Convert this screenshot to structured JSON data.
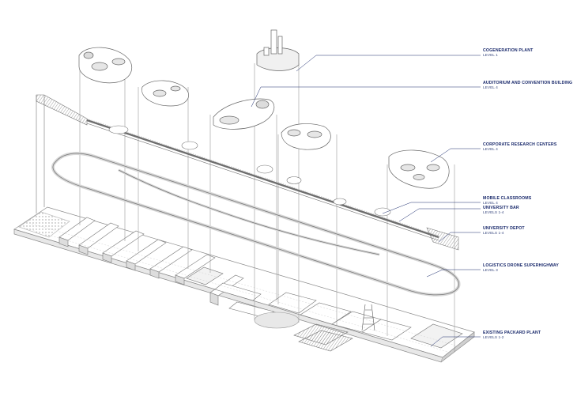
{
  "colors": {
    "ink": "#6b6b6b",
    "leader": "#1a2a6c",
    "label": "#1a2a6c",
    "fill": "#ffffff",
    "shade": "#e6e6e6",
    "dark": "#bdbdbd"
  },
  "labels": [
    {
      "key": "cogeneration",
      "title": "COGENERATION PLANT",
      "sub": "LEVEL 1"
    },
    {
      "key": "auditorium",
      "title": "AUDITORIUM AND CONVENTION BUILDING",
      "sub": "LEVEL 4"
    },
    {
      "key": "research",
      "title": "CORPORATE RESEARCH CENTERS",
      "sub": "LEVEL 4"
    },
    {
      "key": "classrooms",
      "title": "MOBILE CLASSROOMS",
      "sub": "LEVEL 4"
    },
    {
      "key": "bar",
      "title": "UNIVERSITY BAR",
      "sub": "LEVELS 1-4"
    },
    {
      "key": "depot",
      "title": "UNIVERSITY DEPOT",
      "sub": "LEVELS 1-4"
    },
    {
      "key": "drone",
      "title": "LOGISTICS DRONE SUPERHIGHWAY",
      "sub": "LEVEL 3"
    },
    {
      "key": "packard",
      "title": "EXISTING PACKARD PLANT",
      "sub": "LEVELS 1-2"
    }
  ]
}
